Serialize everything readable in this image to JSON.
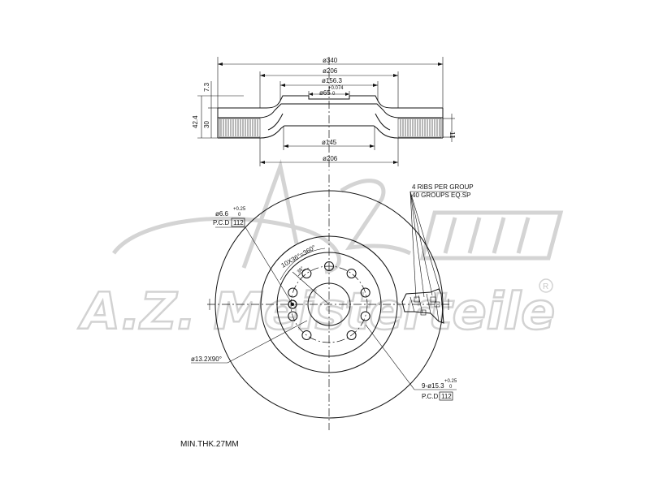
{
  "watermark": {
    "brand": "A.Z. Meisterteile",
    "trademark": "R"
  },
  "side_view": {
    "dim_outer_diameter": "ø340",
    "dim_friction_inner": "ø206",
    "dim_hat_diameter": "ø156.3",
    "dim_center_bore": "ø65",
    "dim_center_bore_tol_upper": "+0.074",
    "dim_center_bore_tol_lower": "0",
    "dim_height": "42.4",
    "dim_thickness": "30",
    "dim_offset": "7.3",
    "dim_hub_inner": "ø145",
    "dim_vent_gap": "11",
    "dim_inner_bottom": "ø206"
  },
  "front_view": {
    "ribs_line1": "4 RIBS PER GROUP",
    "ribs_line2": "40 GROUPS EQ.SP",
    "small_hole_dia": "ø6.6",
    "small_hole_tol_upper": "+0.25",
    "small_hole_tol_lower": "0",
    "small_pcd_label": "P.C.D",
    "small_pcd_value": "112",
    "angle_pattern": "10X36°=360°",
    "angle_single": "36°",
    "chamfer": "ø13.2X90°",
    "bolt_holes": "9-ø15.3",
    "bolt_holes_tol_upper": "+0.25",
    "bolt_holes_tol_lower": "0",
    "bolt_pcd_label": "P.C.D",
    "bolt_pcd_value": "112"
  },
  "min_thickness": "MIN.THK.27MM"
}
